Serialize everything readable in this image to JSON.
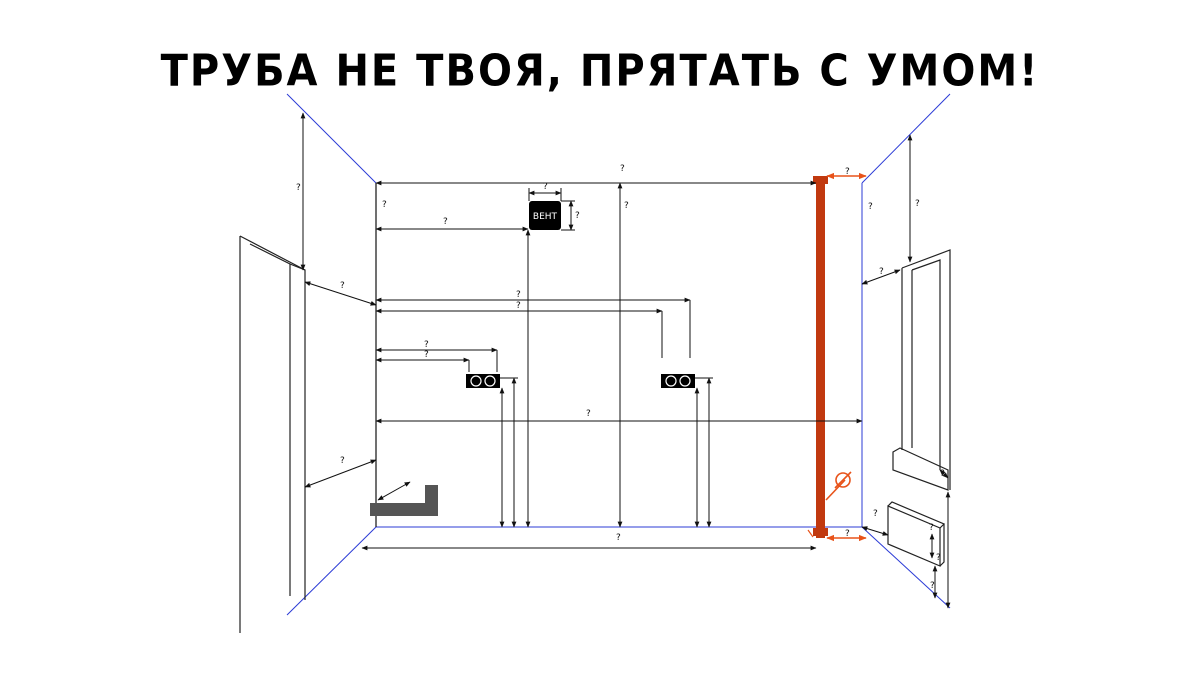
{
  "title": "ТРУБА НЕ ТВОЯ, ПРЯТАТЬ С УМОМ!",
  "vent_label": "ВЕНТ",
  "dimension_mark": "?",
  "diameter_symbol": "∅",
  "colors": {
    "wall_lines": "#000000",
    "room_edges": "#2b3bd6",
    "pipe": "#c1390f",
    "pipe_dimensions": "#e8531a",
    "dimension_lines": "#111111",
    "drain_pipe": "#555555"
  },
  "icons": [
    "vent-box",
    "double-socket",
    "double-socket",
    "drain-pipe",
    "door",
    "window",
    "radiator",
    "riser-pipe"
  ]
}
